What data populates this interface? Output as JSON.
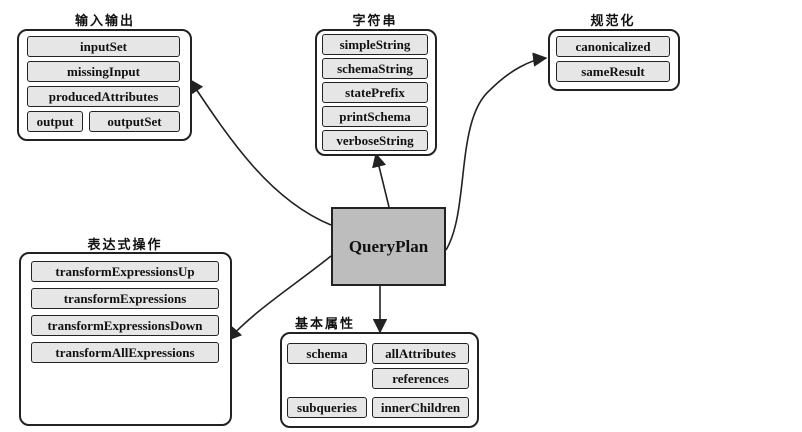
{
  "center": {
    "label": "QueryPlan"
  },
  "groups": {
    "io": {
      "title": "输入输出",
      "items": [
        "inputSet",
        "missingInput",
        "producedAttributes",
        "output",
        "outputSet"
      ]
    },
    "strings": {
      "title": "字符串",
      "items": [
        "simpleString",
        "schemaString",
        "statePrefix",
        "printSchema",
        "verboseString"
      ]
    },
    "normalize": {
      "title": "规范化",
      "items": [
        "canonicalized",
        "sameResult"
      ]
    },
    "expr": {
      "title": "表达式操作",
      "items": [
        "transformExpressionsUp",
        "transformExpressions",
        "transformExpressionsDown",
        "transformAllExpressions"
      ]
    },
    "attrs": {
      "title": "基本属性",
      "items": [
        "schema",
        "allAttributes",
        "references",
        "subqueries",
        "innerChildren"
      ]
    }
  },
  "colors": {
    "box_fill": "#e6e6e6",
    "center_fill": "#bdbdbd",
    "stroke": "#222222"
  }
}
